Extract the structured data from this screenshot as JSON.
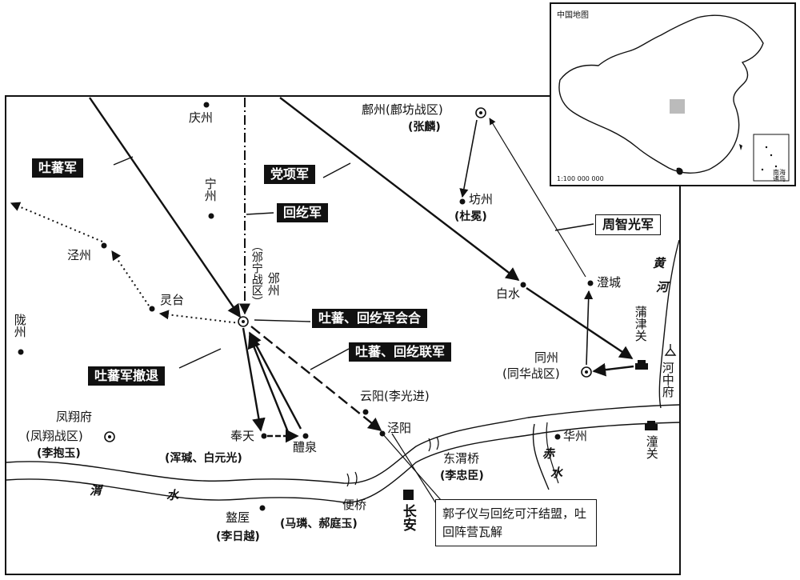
{
  "inset": {
    "title": "中国地图",
    "scale": "1:100 000 000",
    "nanhai": "南海诸岛"
  },
  "places": {
    "qingzhou": "庆州",
    "ningzhou": "宁州",
    "jingzhou": "泾州",
    "lingtai": "灵台",
    "longzhou": "陇州",
    "binning": "（邠宁战区）",
    "binzhou": "邠州",
    "fuzhou": "鄜州(鄜坊战区)",
    "fuzhou_cmd": "(张麟)",
    "fangzhou": "坊州",
    "fangzhou_cmd": "(杜冕)",
    "baishui": "白水",
    "chengcheng": "澄城",
    "tongzhou": "同州",
    "tonghua": "(同华战区)",
    "pujinguan": "蒲津关",
    "hezhongfu": "河中府",
    "yunyang": "云阳(李光进)",
    "jingyang": "泾阳",
    "fengxiangfu": "凤翔府",
    "fengxiang_zone": "(凤翔战区)",
    "fengxiang_cmd": "(李抱玉)",
    "fengtian": "奉天",
    "fengtian_cmd": "(浑瑊、白元光)",
    "liquan": "醴泉",
    "zhouzhi": "盩厔",
    "zhouzhi_cmd": "(李日越)",
    "bianqiao": "便桥",
    "bianqiao_cmd": "(马璘、郝庭玉)",
    "changan": "长安",
    "dongweiqiao": "东渭桥",
    "dongweiqiao_cmd": "(李忠臣)",
    "huazhou": "华州",
    "tongguan": "潼关",
    "weishui_1": "渭",
    "weishui_2": "水",
    "chishui_1": "赤",
    "chishui_2": "水",
    "huanghe_1": "黄",
    "huanghe_2": "河"
  },
  "labels": {
    "tubo_army": "吐蕃军",
    "dangxiang_army": "党项军",
    "huihe_army": "回纥军",
    "join": "吐蕃、回纥军会合",
    "allied": "吐蕃、回纥联军",
    "retreat": "吐蕃军撤退",
    "zhouzhiguang": "周智光军",
    "note": "郭子仪与回纥可汗结盟，吐回阵营瓦解"
  }
}
